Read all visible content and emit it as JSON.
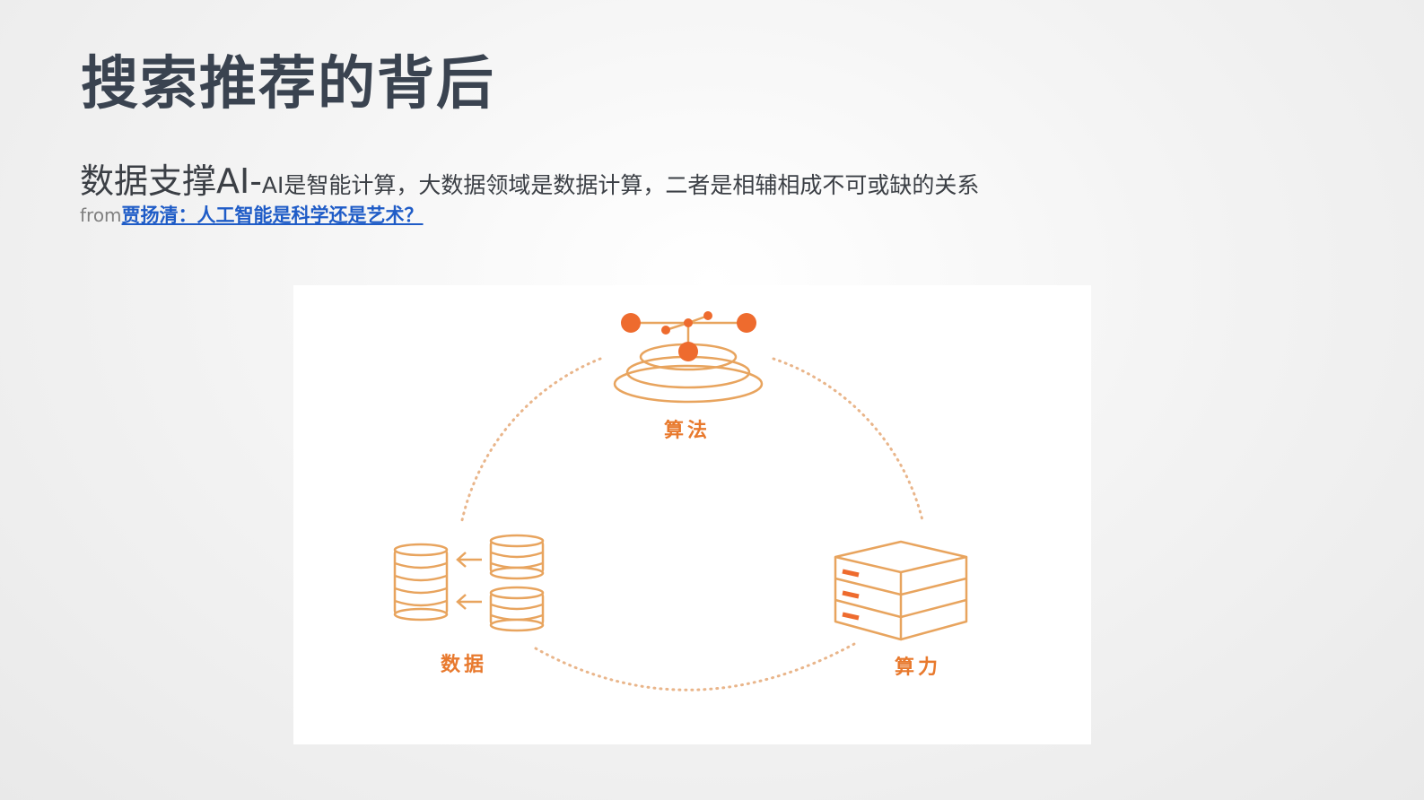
{
  "slide": {
    "title": "搜索推荐的背后",
    "subtitle_main": "数据支撑AI-",
    "subtitle_detail": "AI是智能计算，大数据领域是数据计算，二者是相辅相成不可或缺的关系",
    "source_prefix": "from",
    "source_link": "贾扬清：人工智能是科学还是艺术？"
  },
  "diagram": {
    "nodes": [
      {
        "label": "算法",
        "icon": "algorithm-network-icon"
      },
      {
        "label": "数据",
        "icon": "database-stack-icon"
      },
      {
        "label": "算力",
        "icon": "server-rack-icon"
      }
    ],
    "colors": {
      "accent": "#ee6b2e",
      "outline": "#e8a45e",
      "dotted_circle": "#e9b58a"
    }
  }
}
